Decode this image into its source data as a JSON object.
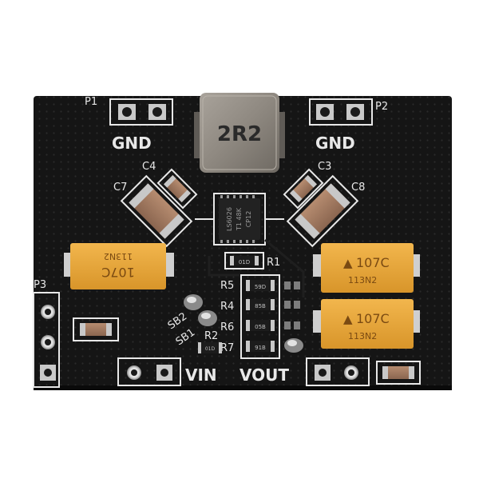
{
  "board": {
    "connector_labels": {
      "p1": "P1",
      "p2": "P2",
      "p3": "P3"
    },
    "pad_labels": {
      "gnd_left": "GND",
      "gnd_right": "GND",
      "vin": "VIN",
      "vout": "VOUT"
    },
    "component_labels": {
      "c3": "C3",
      "c4": "C4",
      "c7": "C7",
      "c8": "C8",
      "r1": "R1",
      "r2": "R2",
      "r4": "R4",
      "r5": "R5",
      "r6": "R6",
      "r7": "R7",
      "sb1": "SB1",
      "sb2": "SB2"
    },
    "inductor_marking": "2R2",
    "ic_marking": [
      "LS6026",
      "T1 48K",
      "CP12"
    ],
    "tantalum_cap_marking": {
      "value": "107C",
      "code": "113N2"
    },
    "resistor_markings": {
      "r1": "01D",
      "r5": "59D",
      "r4": "85B",
      "r6": "05B",
      "r7": "91B",
      "r2": "01D"
    }
  },
  "colors": {
    "pcb": "#151515",
    "silkscreen": "#e8e8e8",
    "tantalum": "#e9a83a",
    "pad_gold": "#b8b8b8"
  }
}
